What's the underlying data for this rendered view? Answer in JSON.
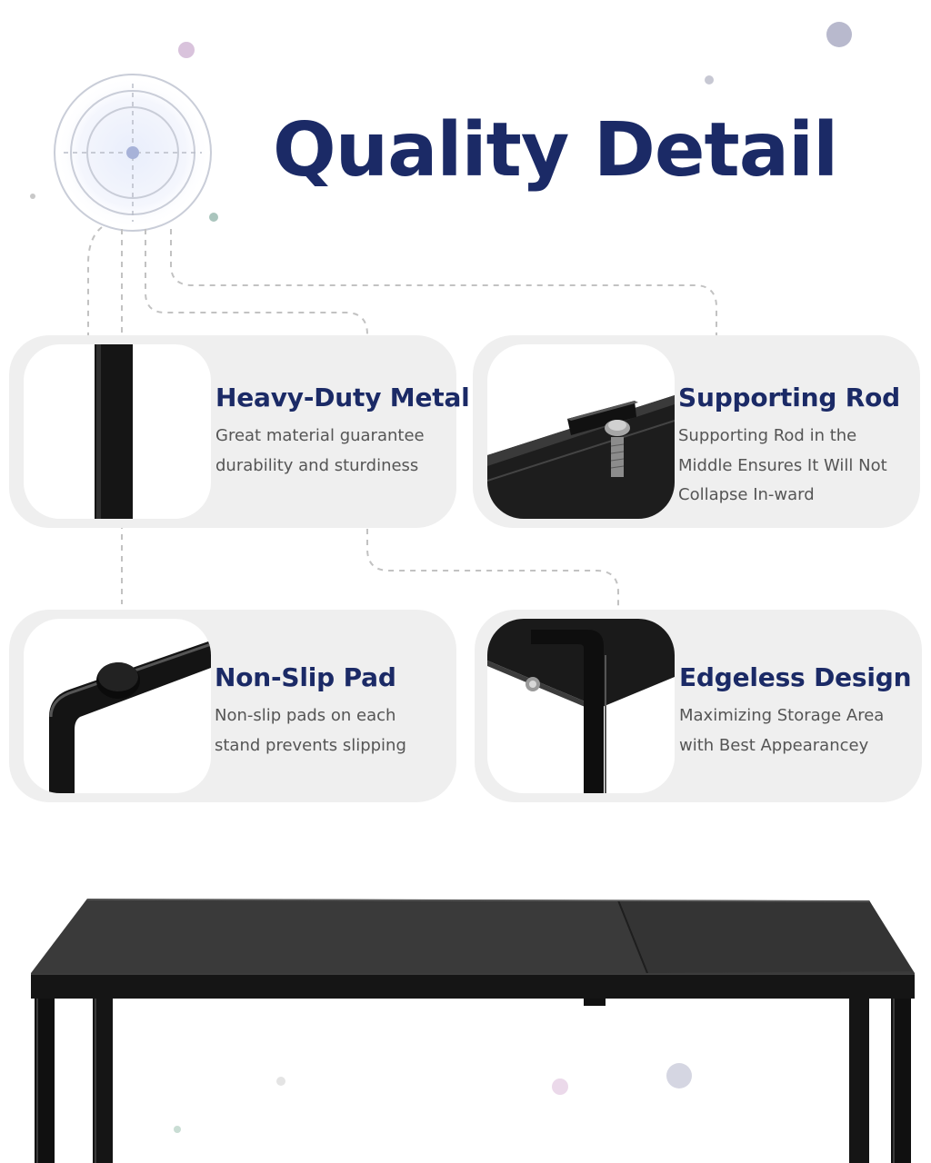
{
  "page_title": "Quality Detail",
  "features": [
    {
      "title": "Heavy-Duty Metal",
      "lines": [
        "Great material guarantee",
        "durability and sturdiness"
      ],
      "icon": "metal-bar-photo"
    },
    {
      "title": "Supporting Rod",
      "lines": [
        "Supporting Rod in the",
        "Middle Ensures It Will Not",
        "Collapse In-ward"
      ],
      "icon": "screw-rod-photo"
    },
    {
      "title": "Non-Slip Pad",
      "lines": [
        "Non-slip pads on each",
        "stand prevents slipping"
      ],
      "icon": "foot-pad-photo"
    },
    {
      "title": "Edgeless Design",
      "lines": [
        "Maximizing Storage Area",
        "with Best Appearancey"
      ],
      "icon": "shelf-corner-photo"
    }
  ],
  "colors": {
    "title": "#1b2a66",
    "card_background": "#efefef",
    "body_text": "#555555",
    "product": "#1c1c1c"
  }
}
